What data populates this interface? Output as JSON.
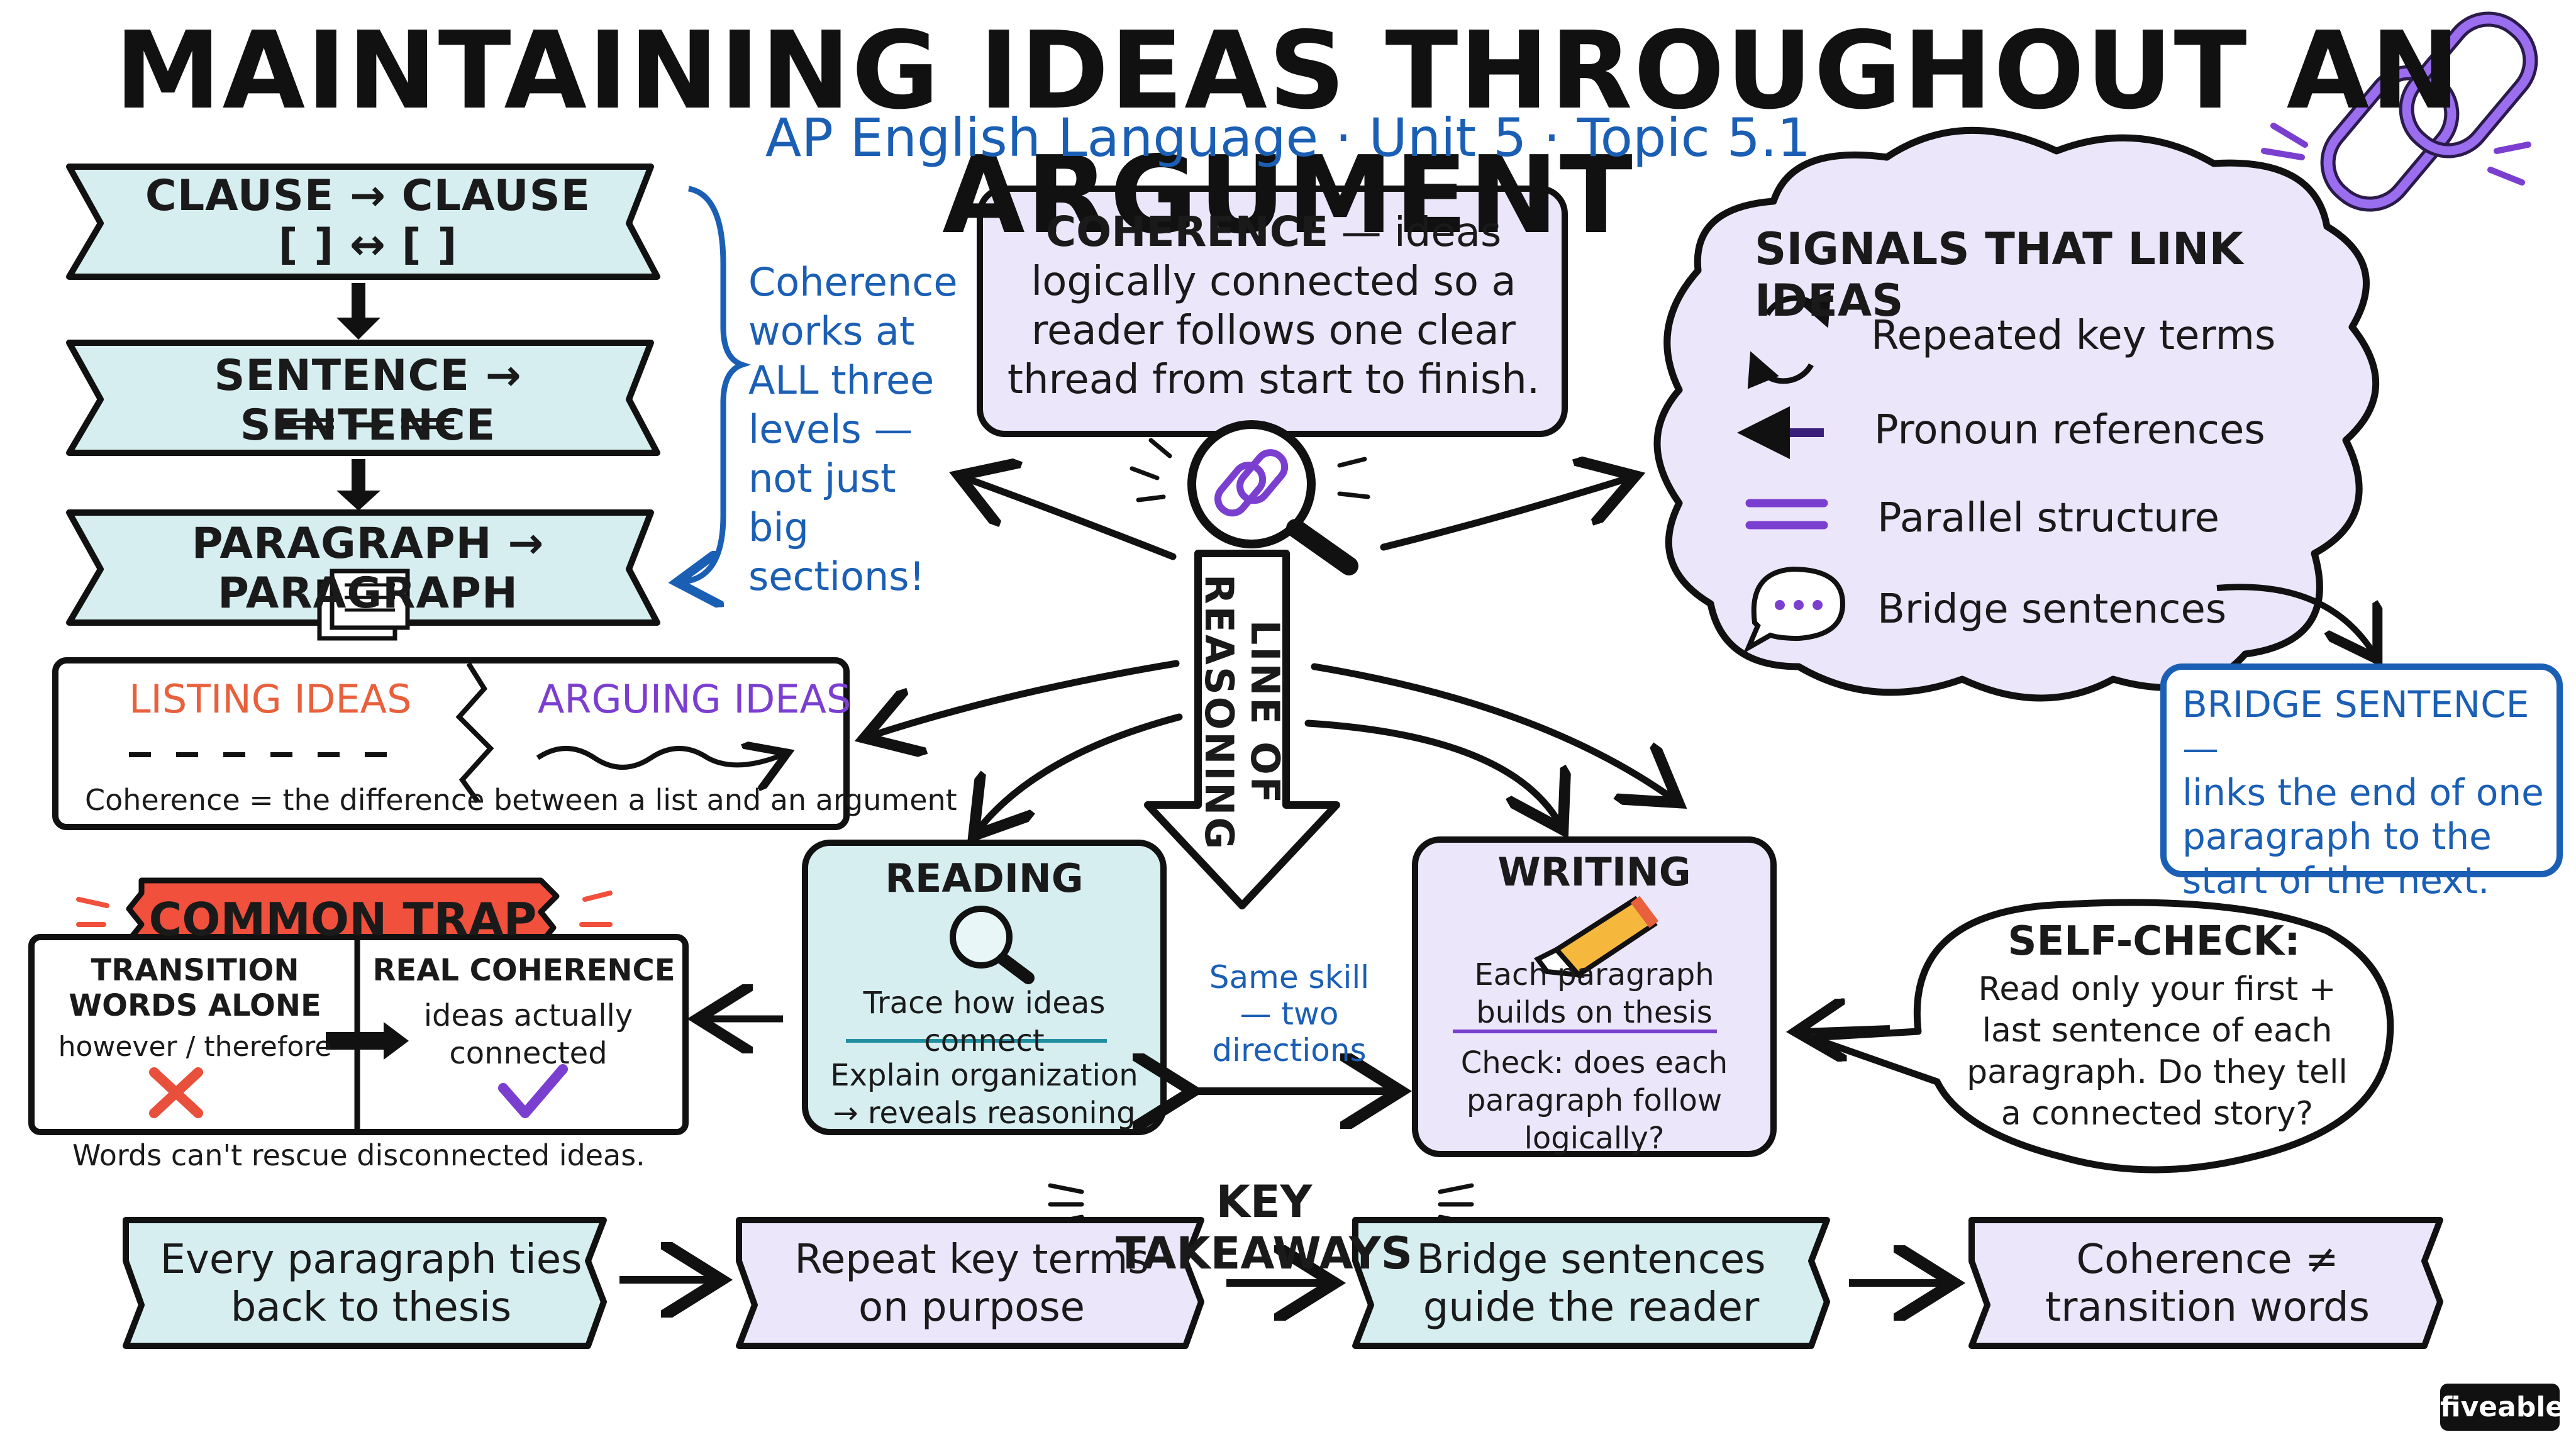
{
  "header": {
    "title": "MAINTAINING IDEAS THROUGHOUT AN ARGUMENT",
    "subtitle": "AP English Language · Unit 5 · Topic 5.1"
  },
  "levels": {
    "items": [
      {
        "label": "CLAUSE → CLAUSE",
        "sub": "[ ] ↔ [ ]"
      },
      {
        "label": "SENTENCE → SENTENCE",
        "sub": "══ → ══"
      },
      {
        "label": "PARAGRAPH → PARAGRAPH"
      }
    ],
    "note": "Coherence works at ALL three levels — not just big sections!"
  },
  "coherence": {
    "term": "COHERENCE",
    "definition": "— ideas logically connected so a reader follows one clear thread from start to finish."
  },
  "signals": {
    "title": "SIGNALS THAT LINK IDEAS",
    "items": [
      {
        "label": "Repeated key terms",
        "icon": "cycle-arrows-icon"
      },
      {
        "label": "Pronoun references",
        "icon": "left-arrow-icon"
      },
      {
        "label": "Parallel structure",
        "icon": "parallel-lines-icon"
      },
      {
        "label": "Bridge sentences",
        "icon": "speech-bubble-icon"
      }
    ]
  },
  "bridge_note": {
    "title": "BRIDGE SENTENCE —",
    "text": "links the end of one paragraph to the start of the next."
  },
  "listing_vs_arguing": {
    "listing": "LISTING IDEAS",
    "arguing": "ARGUING IDEAS",
    "caption": "Coherence = the difference between a list and an argument"
  },
  "line_of_reasoning": "LINE OF REASONING",
  "trap": {
    "badge": "COMMON TRAP",
    "left_title": "TRANSITION WORDS ALONE",
    "left_text": "however / therefore",
    "right_title": "REAL COHERENCE",
    "right_text": "ideas actually connected",
    "caption": "Words can't rescue disconnected ideas."
  },
  "reading": {
    "title": "READING",
    "line1": "Trace how ideas connect",
    "line2": "Explain organization → reveals reasoning"
  },
  "writing": {
    "title": "WRITING",
    "line1": "Each paragraph builds on thesis",
    "line2": "Check: does each paragraph follow logically?"
  },
  "same_skill": "Same skill — two directions",
  "self_check": {
    "title": "SELF-CHECK:",
    "text": "Read only your first + last sentence of each paragraph. Do they tell a connected story?"
  },
  "takeaways": {
    "title": "KEY TAKEAWAYS",
    "items": [
      "Every paragraph ties back to thesis",
      "Repeat key terms on purpose",
      "Bridge sentences guide the reader",
      "Coherence ≠ transition words"
    ]
  },
  "brand": "fiveable",
  "colors": {
    "blue_note": "#1b5fb5",
    "light_blue": "#d6eef0",
    "light_purple": "#ece6fb",
    "purple_accent": "#7b3fd0",
    "trap_red": "#f0503c",
    "listing_orange": "#e8603c"
  }
}
